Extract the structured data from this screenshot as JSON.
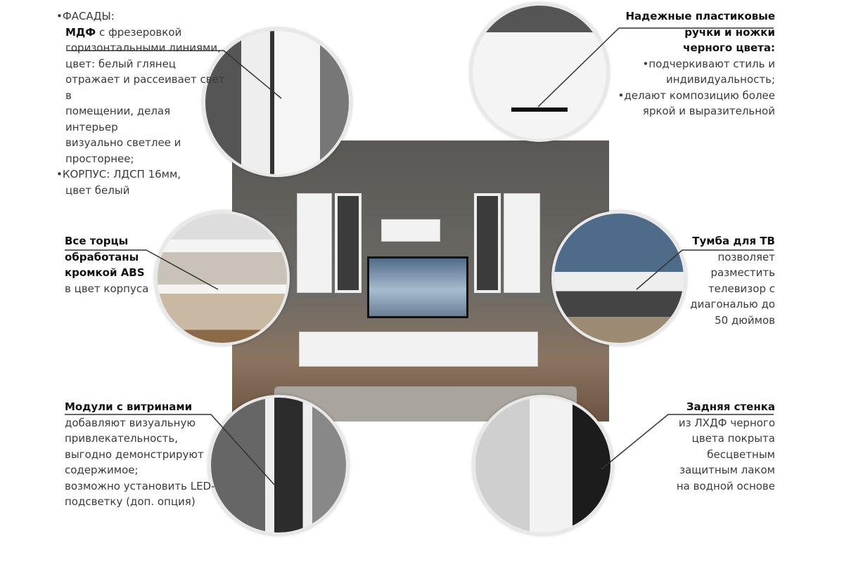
{
  "blocks": {
    "facades": {
      "l1": "•ФАСАДЫ:",
      "l2_bold": "МДФ",
      "l2": " с фрезеровкой",
      "l3": "горизонтальными линиями,",
      "l4": "цвет: белый глянец",
      "l5": "отражает и рассеивает свет в",
      "l6": "помещении,  делая интерьер",
      "l7": "визуально светлее и",
      "l8": "просторнее;",
      "l9": "•КОРПУС: ЛДСП 16мм,",
      "l10": "цвет белый"
    },
    "handles": {
      "t1": "Надежные пластиковые",
      "t2": "ручки и ножки",
      "t3": "черного цвета:",
      "l1": "•подчеркивают стиль и",
      "l2": "индивидуальность;",
      "l3": "•делают композицию более",
      "l4": "яркой и выразительной"
    },
    "edges": {
      "t1": "Все торцы",
      "t2": "обработаны",
      "t3": "кромкой ABS",
      "l1": "в цвет корпуса"
    },
    "tv_stand": {
      "t1": "Тумба для ТВ",
      "l1": "позволяет",
      "l2": "разместить",
      "l3": "телевизор с",
      "l4": "диагональю до",
      "l5": "50 дюймов"
    },
    "showcase": {
      "t1": "Модули с витринами",
      "l1": "добавляют визуальную",
      "l2": "привлекательность,",
      "l3": "выгодно демонстрируют",
      "l4": "содержимое;",
      "l5": "возможно установить LED-",
      "l6": "подсветку (доп. опция)"
    },
    "back_panel": {
      "t1": "Задняя стенка",
      "l1": "из ЛХДФ черного",
      "l2": "цвета покрыта",
      "l3": "бесцветным",
      "l4": "защитным лаком",
      "l5": "на водной основе"
    }
  },
  "colors": {
    "text": "#3a3a3a",
    "heading": "#111111",
    "line": "#333333"
  }
}
